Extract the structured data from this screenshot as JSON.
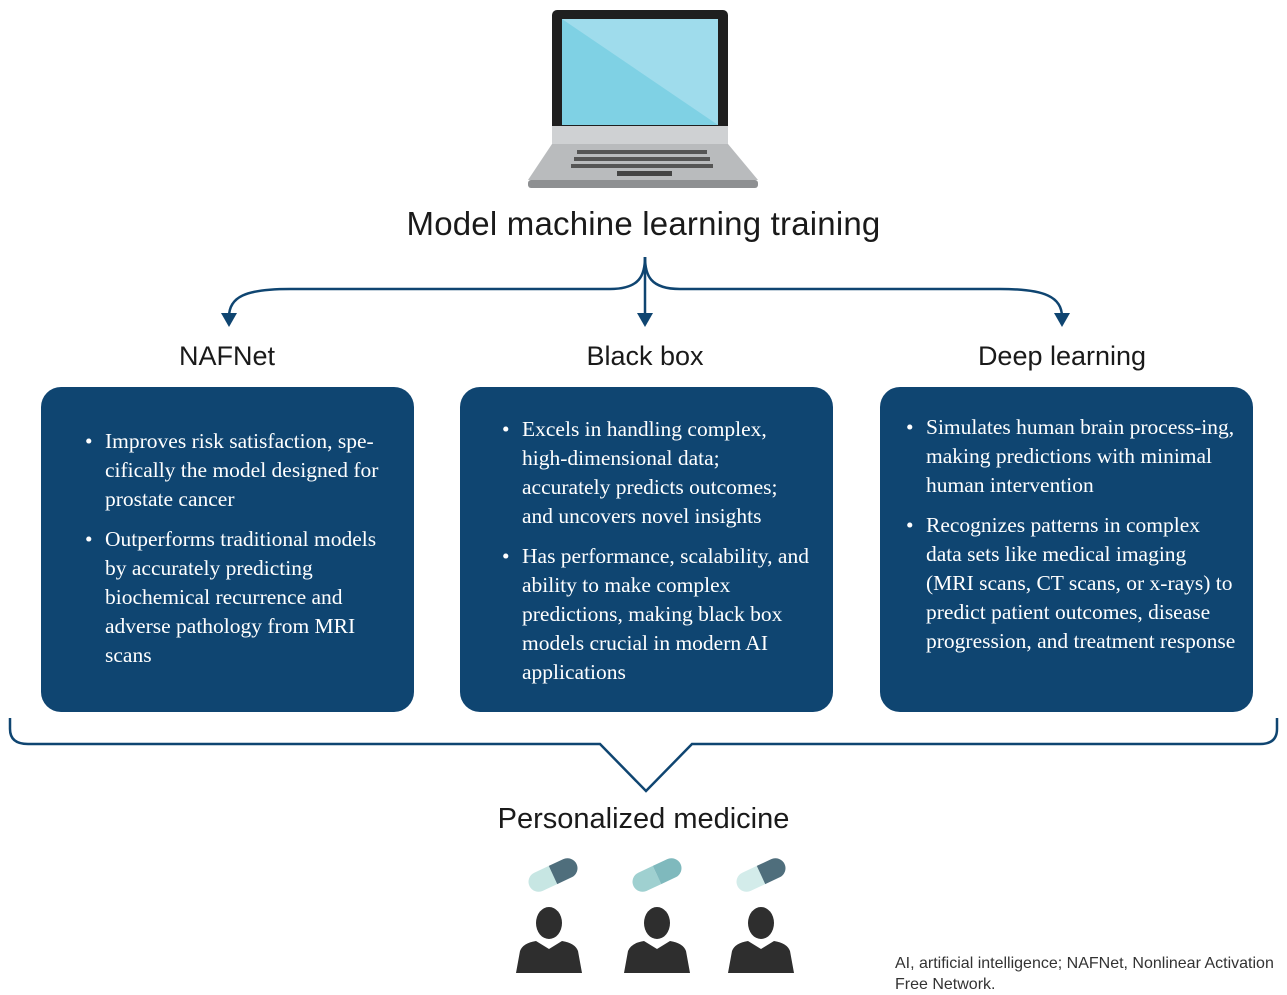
{
  "title": "Model machine learning training",
  "columns": [
    {
      "title": "NAFNet",
      "bullets": [
        "Improves risk satisfaction, spe-cifically the model designed for prostate cancer",
        "Outperforms traditional models by accurately predicting biochemical recurrence and adverse pathology from MRI scans"
      ]
    },
    {
      "title": "Black box",
      "bullets": [
        "Excels in handling complex, high-dimensional data; accurately predicts outcomes; and uncovers novel insights",
        "Has performance, scalability, and ability to make complex predictions, making black box models crucial in modern AI applications"
      ]
    },
    {
      "title": "Deep learning",
      "bullets": [
        "Simulates human brain process-ing, making predictions with minimal human intervention",
        "Recognizes patterns in complex data sets like medical imaging (MRI scans, CT scans, or x-rays) to predict patient outcomes, disease progression, and treatment response"
      ]
    }
  ],
  "outcome": "Personalized medicine",
  "footnote": "AI, artificial intelligence; NAFNet, Nonlinear Activation Free Network.",
  "icons": [
    "laptop-icon",
    "capsule-icon",
    "person-icon"
  ],
  "colors": {
    "box": "#0f4571",
    "arrow": "#0f4571",
    "pill_dark": "#4d6c7a",
    "pill_light": "#bfe3df",
    "person": "#2e2e2e"
  }
}
